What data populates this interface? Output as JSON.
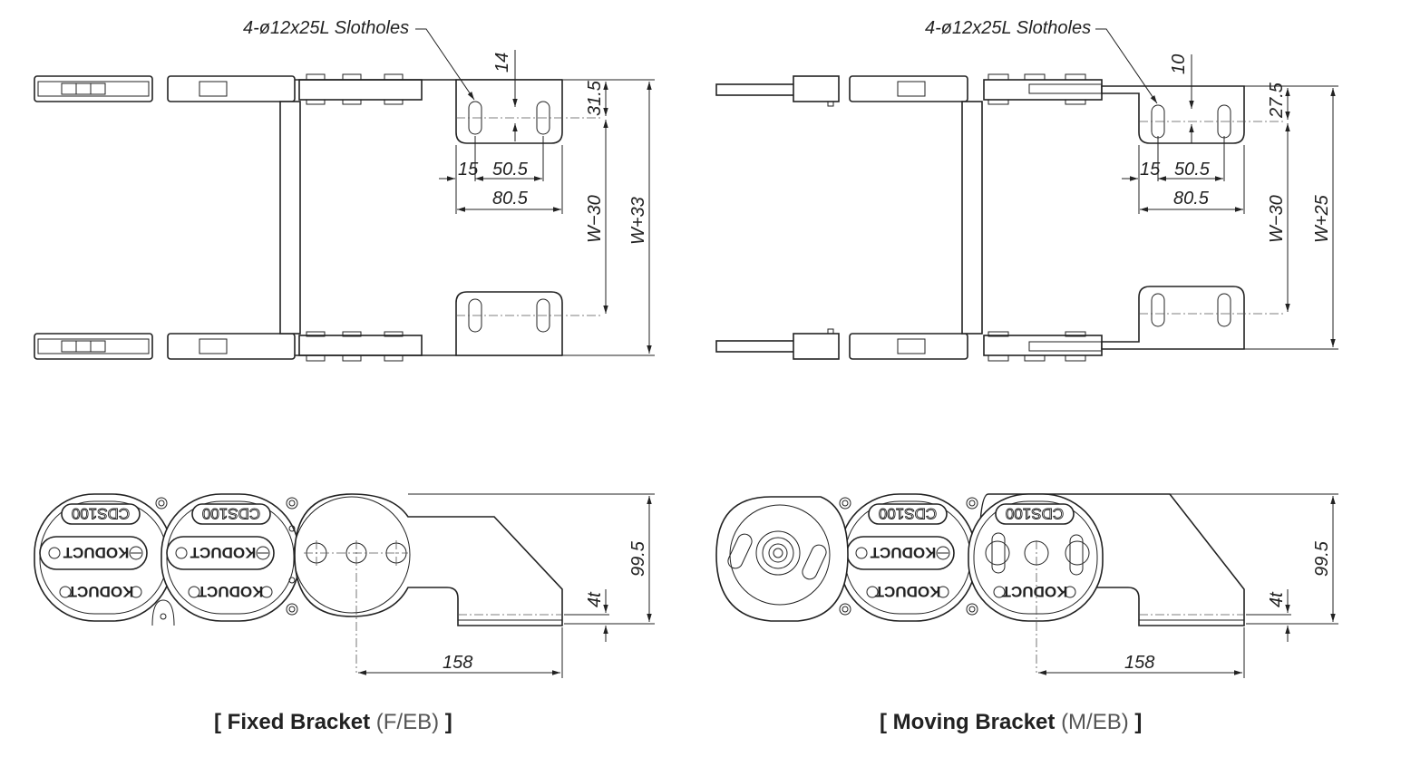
{
  "views": {
    "fixed": {
      "caption_open": "[",
      "caption_title": "Fixed Bracket",
      "caption_code": "(F/EB)",
      "caption_close": "]",
      "slotholes_label": "4-ø12x25L Slotholes",
      "dims": {
        "slot_offset": "14",
        "edge_top": "31.5",
        "hole_pitch_edge": "15",
        "hole_pitch": "50.5",
        "bracket_length": "80.5",
        "inner_width": "W−30",
        "outer_width": "W+33",
        "height": "99.5",
        "thickness": "4t",
        "length": "158"
      }
    },
    "moving": {
      "caption_open": "[",
      "caption_title": "Moving Bracket",
      "caption_code": "(M/EB)",
      "caption_close": "]",
      "slotholes_label": "4-ø12x25L Slotholes",
      "dims": {
        "slot_offset": "10",
        "edge_top": "27.5",
        "hole_pitch_edge": "15",
        "hole_pitch": "50.5",
        "bracket_length": "80.5",
        "inner_width": "W−30",
        "outer_width": "W+25",
        "height": "99.5",
        "thickness": "4t",
        "length": "158"
      }
    }
  },
  "chain_marking": {
    "brand": "KODUCT",
    "model": "CDS100"
  }
}
